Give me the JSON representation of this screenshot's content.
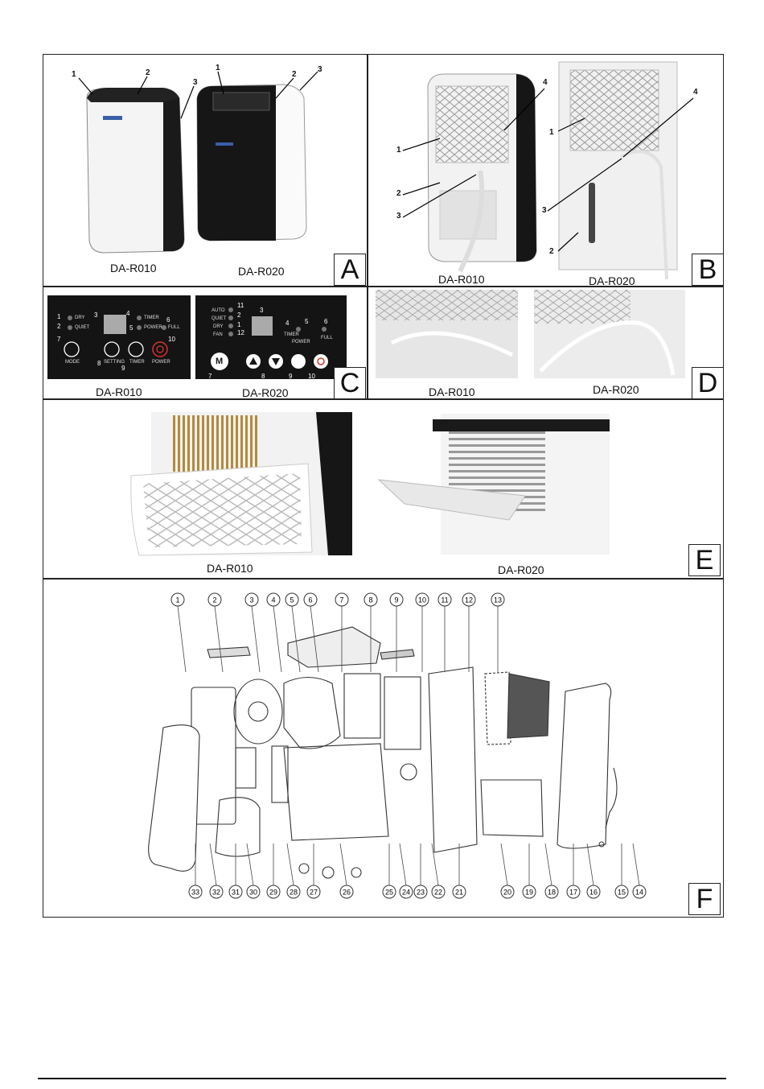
{
  "panels": {
    "A": {
      "letter": "A",
      "left_caption": "DA-R010",
      "right_caption": "DA-R020",
      "callouts": [
        "1",
        "2",
        "3"
      ]
    },
    "B": {
      "letter": "B",
      "left_caption": "DA-R010",
      "right_caption": "DA-R020",
      "callouts": [
        "1",
        "2",
        "3",
        "4"
      ]
    },
    "C": {
      "letter": "C",
      "left_caption": "DA-R010",
      "right_caption": "DA-R020",
      "r010_labels": {
        "dry": "DRY",
        "quiet": "QUIET",
        "timer": "TIMER",
        "power": "POWER",
        "full": "FULL",
        "mode": "MODE",
        "setting": "SETTING",
        "timer_btn": "TIMER",
        "power_btn": "POWER"
      },
      "r020_labels": {
        "auto": "AUTO",
        "quiet": "QUIET",
        "dry": "DRY",
        "fan": "FAN",
        "timer": "TIMER",
        "power": "POWER",
        "full": "FULL",
        "m": "M"
      }
    },
    "D": {
      "letter": "D",
      "left_caption": "DA-R010",
      "right_caption": "DA-R020"
    },
    "E": {
      "letter": "E",
      "left_caption": "DA-R010",
      "right_caption": "DA-R020"
    },
    "F": {
      "letter": "F",
      "top_numbers": [
        "1",
        "2",
        "3",
        "4",
        "5",
        "6",
        "7",
        "8",
        "9",
        "10",
        "11",
        "12",
        "13"
      ],
      "bottom_numbers": [
        "33",
        "32",
        "31",
        "30",
        "29",
        "28",
        "27",
        "26",
        "25",
        "24",
        "23",
        "22",
        "21",
        "20",
        "19",
        "18",
        "17",
        "16",
        "15",
        "14"
      ]
    }
  },
  "colors": {
    "frame": "#222222",
    "panel_bg": "#141414",
    "power_red": "#d9342b",
    "led_gray": "#777777"
  }
}
